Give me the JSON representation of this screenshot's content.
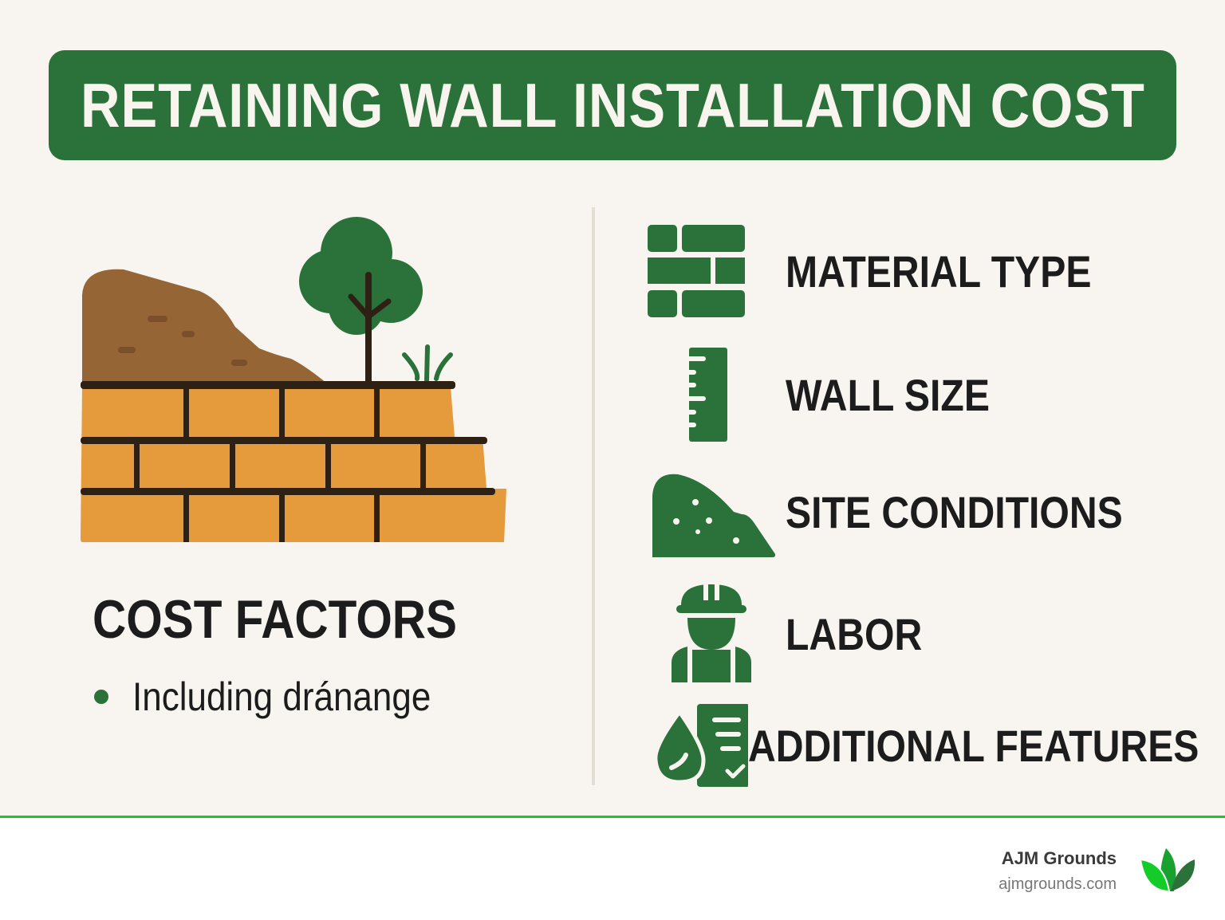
{
  "header": {
    "title": "RETAINING WALL INSTALLATION COST"
  },
  "left": {
    "illustration": "retaining-wall-with-soil-tree-grass",
    "heading": "COST FACTORS",
    "bullets": [
      {
        "text": "Including dránange"
      }
    ]
  },
  "factors": [
    {
      "label": "MATERIAL TYPE",
      "icon": "brick-icon"
    },
    {
      "label": "WALL SIZE",
      "icon": "ruler-icon"
    },
    {
      "label": "SITE CONDITIONS",
      "icon": "soil-mound-icon"
    },
    {
      "label": "LABOR",
      "icon": "worker-hardhat-icon"
    },
    {
      "label": "ADDITIONAL FEATURES",
      "icon": "drainage-checklist-icon"
    }
  ],
  "footer": {
    "brand_name": "AJM Grounds",
    "brand_url": "ajmgrounds.com",
    "logo": "leaf-logo-icon"
  },
  "colors": {
    "primary_green": "#2b713a",
    "accent_green": "#13cc2a",
    "brick_orange": "#e59b3c",
    "soil_brown": "#956535",
    "mortar_dark": "#2e2012",
    "background": "#f8f5f0"
  }
}
